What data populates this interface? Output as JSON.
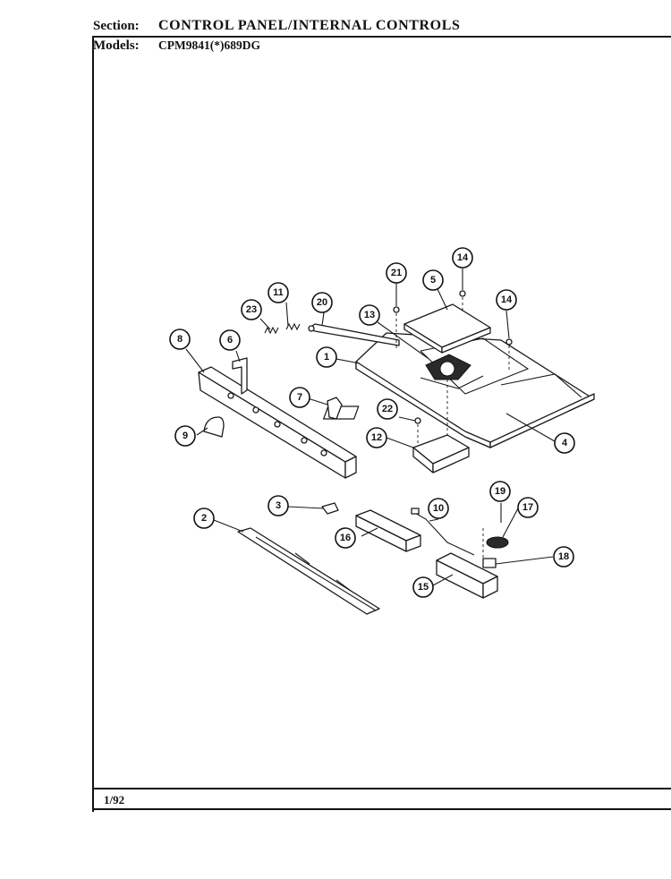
{
  "header": {
    "section_label": "Section:",
    "section_value": "CONTROL PANEL/INTERNAL CONTROLS",
    "models_label": "Models:",
    "models_value": "CPM9841(*)689DG"
  },
  "footer": {
    "date": "1/92"
  },
  "diagram": {
    "callouts": [
      "1",
      "2",
      "3",
      "4",
      "5",
      "6",
      "7",
      "8",
      "9",
      "10",
      "11",
      "12",
      "13",
      "14",
      "14",
      "15",
      "16",
      "17",
      "18",
      "19",
      "20",
      "21",
      "22",
      "23"
    ]
  }
}
